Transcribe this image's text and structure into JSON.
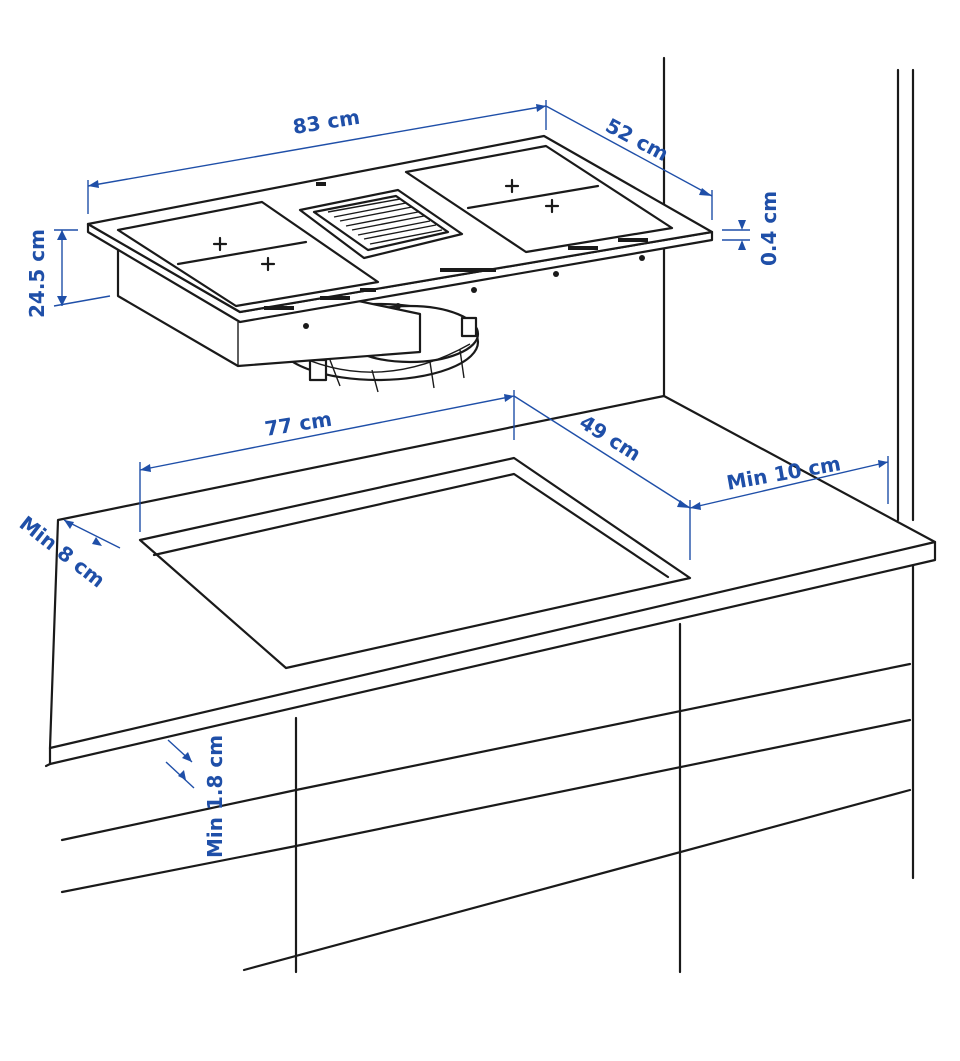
{
  "colors": {
    "dimension": "#1f4fa8",
    "line": "#1a1a1a",
    "background": "#ffffff"
  },
  "dimensions": {
    "hob_width": "83 cm",
    "hob_depth": "52 cm",
    "hob_height": "24.5 cm",
    "glass_thickness": "0.4 cm",
    "cutout_width": "77 cm",
    "cutout_depth": "49 cm",
    "min_front_clearance": "Min 8 cm",
    "min_wall_clearance": "Min 10 cm",
    "min_worktop_thickness": "Min 1.8 cm"
  }
}
